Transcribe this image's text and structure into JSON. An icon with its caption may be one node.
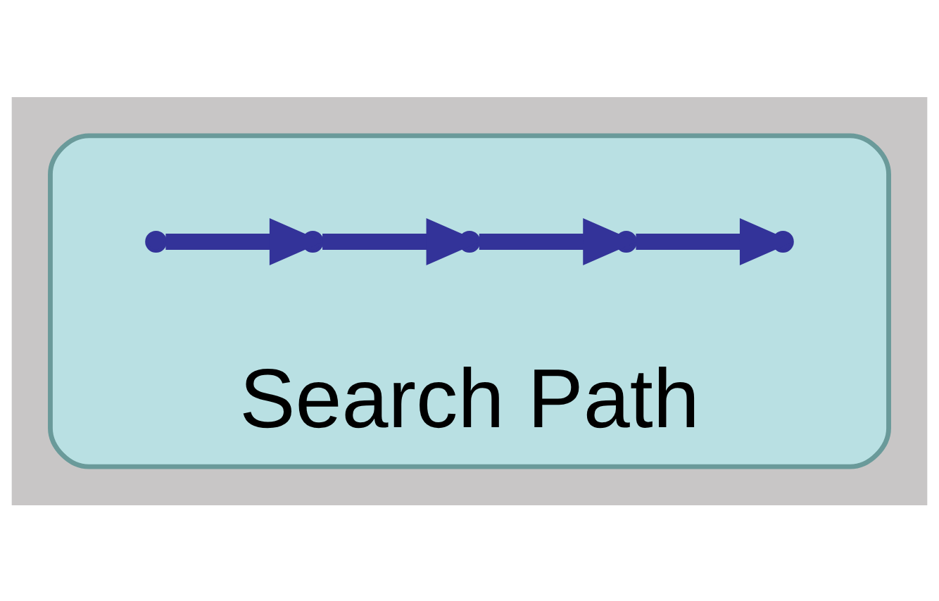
{
  "diagram": {
    "nodes": [
      {
        "text": [
          "Search Path"
        ]
      },
      {
        "text": [],
        "shape": "point",
        "in": 0
      },
      {
        "text": [],
        "shape": "point",
        "in": 0
      },
      {
        "text": [],
        "shape": "point",
        "in": 0
      },
      {
        "text": [],
        "shape": "point",
        "in": 0
      },
      {
        "text": [],
        "shape": "point",
        "in": 0
      }
    ],
    "edges": [
      {
        "from": 1,
        "to": 2,
        "arrow": "to"
      },
      {
        "from": 2,
        "to": 3,
        "arrow": "to"
      },
      {
        "from": 3,
        "to": 4,
        "arrow": "to"
      },
      {
        "from": 4,
        "to": 5,
        "arrow": "to"
      }
    ]
  }
}
